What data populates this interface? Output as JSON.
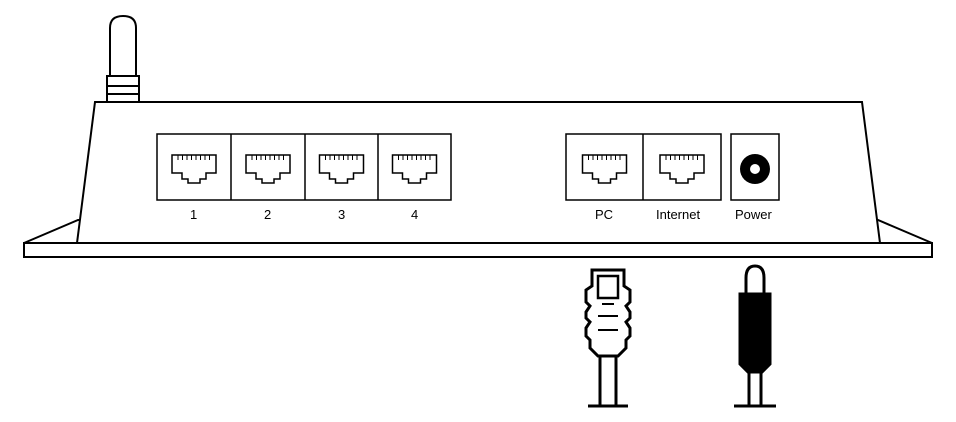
{
  "device": {
    "lan_port_labels": [
      "1",
      "2",
      "3",
      "4"
    ],
    "pc_port_label": "PC",
    "internet_port_label": "Internet",
    "power_label": "Power"
  },
  "colors": {
    "line": "#000000",
    "background": "#ffffff",
    "plug": "#000000"
  },
  "icons": [
    "antenna-icon",
    "ethernet-cable-icon",
    "power-cable-icon"
  ]
}
